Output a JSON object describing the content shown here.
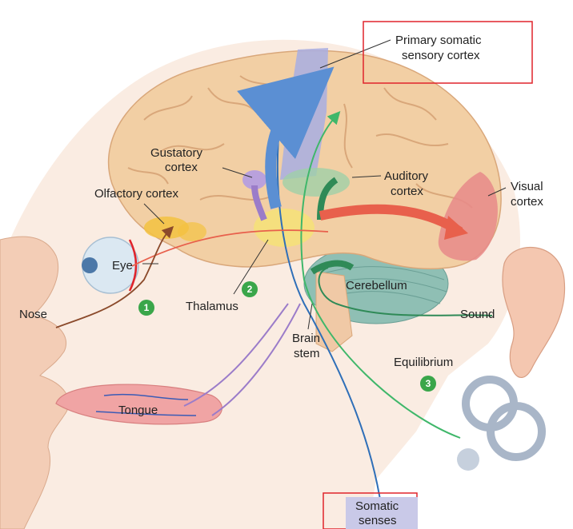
{
  "labels": {
    "primary_somatic_line1": "Primary somatic",
    "primary_somatic_line2": "sensory cortex",
    "gustatory_line1": "Gustatory",
    "gustatory_line2": "cortex",
    "olfactory": "Olfactory cortex",
    "auditory_line1": "Auditory",
    "auditory_line2": "cortex",
    "visual_line1": "Visual",
    "visual_line2": "cortex",
    "eye": "Eye",
    "nose": "Nose",
    "thalamus": "Thalamus",
    "cerebellum": "Cerebellum",
    "sound": "Sound",
    "brain_stem_line1": "Brain",
    "brain_stem_line2": "stem",
    "equilibrium": "Equilibrium",
    "tongue": "Tongue",
    "somatic_line1": "Somatic",
    "somatic_line2": "senses"
  },
  "steps": [
    "1",
    "2",
    "3"
  ],
  "colors": {
    "highlight_box": "#e0242b",
    "step_badge": "#3aa64a",
    "brain": "#f2cfa4",
    "brain_fold": "#d9a77a",
    "skin": "#f6dccb",
    "somatic_pathway": "#5b8fd3",
    "visual_pathway": "#e8604c",
    "auditory_pathway": "#2f8a57",
    "gustatory_pathway": "#9b7cc9",
    "olfactory_pathway": "#8b4a2b",
    "equilibrium_pathway": "#3fb76a"
  }
}
